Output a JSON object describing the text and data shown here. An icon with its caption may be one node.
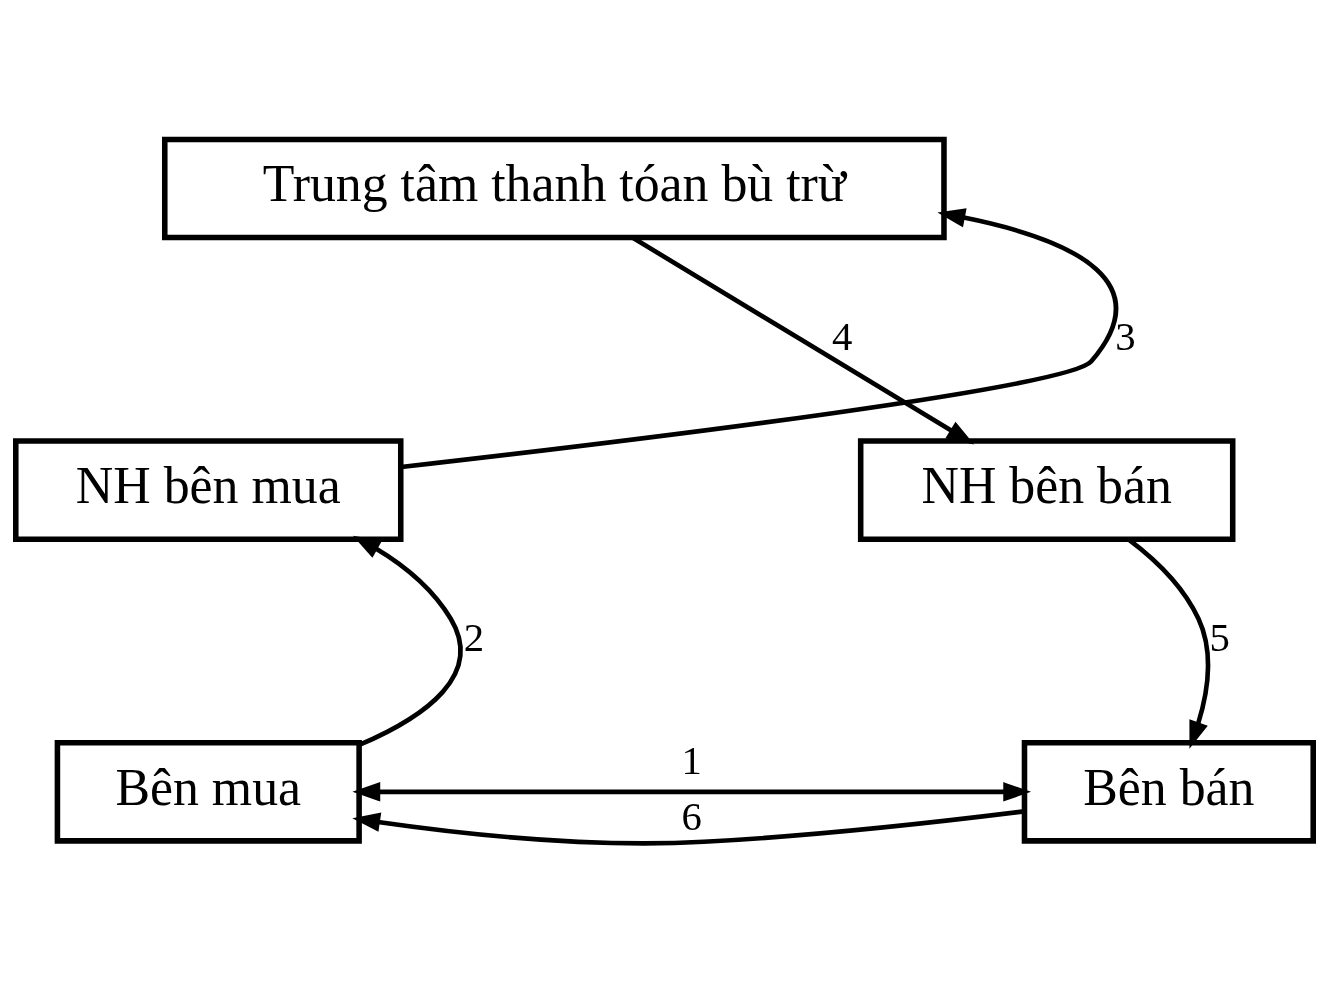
{
  "diagram": {
    "nodes": [
      {
        "text": [
          "Trung tâm thanh tóan bù trừ"
        ]
      },
      {
        "text": [
          "NH bên mua"
        ]
      },
      {
        "text": [
          "NH bên bán"
        ]
      },
      {
        "text": [
          "Bên mua"
        ]
      },
      {
        "text": [
          "Bên bán"
        ]
      }
    ],
    "edges": [
      {
        "from": 3,
        "to": 4,
        "arrow": "both",
        "label": "1"
      },
      {
        "from": 3,
        "to": 1,
        "arrow": "to",
        "label": "2"
      },
      {
        "from": 1,
        "to": 0,
        "arrow": "to",
        "label": "3"
      },
      {
        "from": 0,
        "to": 2,
        "arrow": "to",
        "label": "4"
      },
      {
        "from": 2,
        "to": 4,
        "arrow": "to",
        "label": "5"
      },
      {
        "from": 4,
        "to": 3,
        "arrow": "to",
        "label": "6"
      }
    ]
  }
}
